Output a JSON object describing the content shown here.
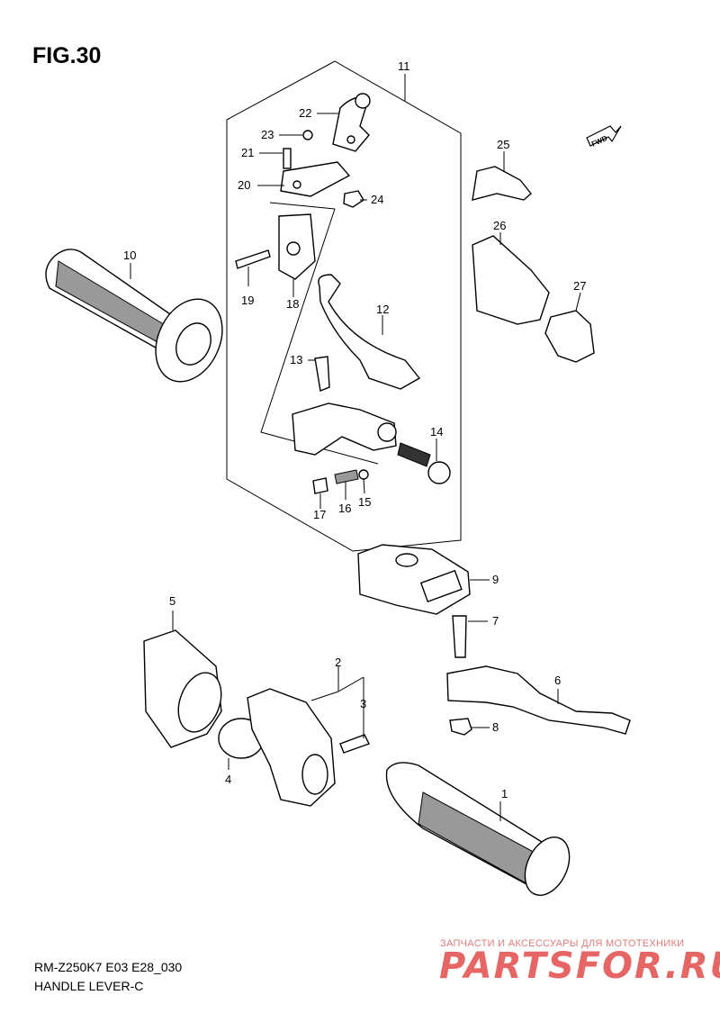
{
  "figure": {
    "title": "FIG.30",
    "model_code": "RM-Z250K7 E03 E28_030",
    "caption": "HANDLE LEVER-C",
    "direction_label": "FWD"
  },
  "watermark": {
    "subtitle": "ЗАПЧАСТИ И АКСЕССУАРЫ ДЛЯ МОТОТЕХНИКИ",
    "logo": "PARTSFOR.RU"
  },
  "callouts": [
    "1",
    "2",
    "3",
    "4",
    "5",
    "6",
    "7",
    "8",
    "9",
    "10",
    "11",
    "12",
    "13",
    "14",
    "15",
    "16",
    "17",
    "18",
    "19",
    "20",
    "21",
    "22",
    "23",
    "24",
    "25",
    "26",
    "27"
  ],
  "colors": {
    "lines": "#000000",
    "watermark": "#e24c4c",
    "background": "#ffffff"
  }
}
